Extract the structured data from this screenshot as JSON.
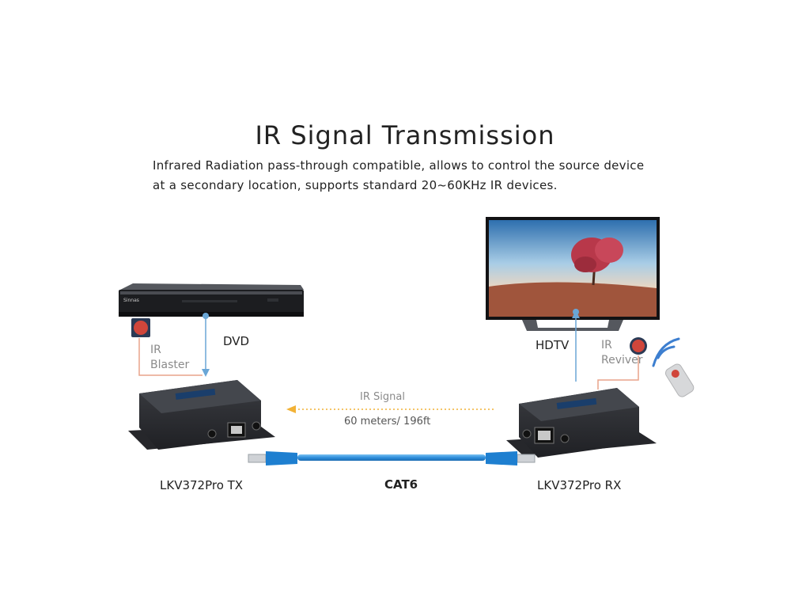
{
  "title": "IR Signal Transmission",
  "description": [
    "Infrared Radiation pass-through compatible, allows to control the source device",
    "at a secondary location, supports standard 20~60KHz IR devices."
  ],
  "labels": {
    "dvd": "DVD",
    "hdtv": "HDTV",
    "ir_blaster_1": "IR",
    "ir_blaster_2": "Blaster",
    "ir_receiver_1": "IR",
    "ir_receiver_2": "Reviver",
    "ir_signal": "IR Signal",
    "distance": "60 meters/ 196ft",
    "tx": "LKV372Pro TX",
    "rx": "LKV372Pro RX",
    "cable": "CAT6"
  },
  "colors": {
    "signal_line": "#6aa6d6",
    "ir_arrow": "#f2b236",
    "cable": "#2f8fdc",
    "connector": "#1e7fd0",
    "ir_dot": "#d0463b",
    "bracket": "#e8a48a",
    "device": "#2a2c30"
  }
}
